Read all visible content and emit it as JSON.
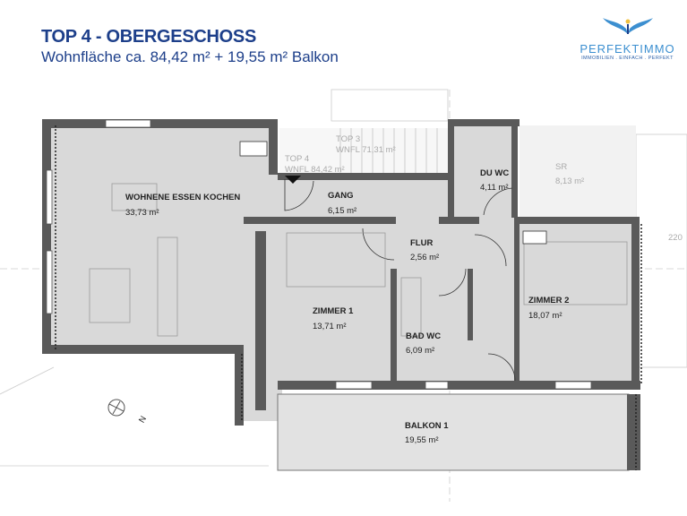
{
  "header": {
    "title": "TOP 4 - OBERGESCHOSS",
    "subtitle": "Wohnfläche ca. 84,42 m² + 19,55 m² Balkon"
  },
  "logo": {
    "brand": "PERFEKTIMMO",
    "tagline": "IMMOBILIEN . EINFACH . PERFEKT"
  },
  "rooms": [
    {
      "name": "WOHNENE ESSEN KOCHEN",
      "area": "33,73 m²"
    },
    {
      "name": "GANG",
      "area": "6,15 m²"
    },
    {
      "name": "DU WC",
      "area": "4,11 m²"
    },
    {
      "name": "SR",
      "area": "8,13 m²"
    },
    {
      "name": "FLUR",
      "area": "2,56 m²"
    },
    {
      "name": "ZIMMER 1",
      "area": "13,71 m²"
    },
    {
      "name": "BAD WC",
      "area": "6,09 m²"
    },
    {
      "name": "ZIMMER 2",
      "area": "18,07 m²"
    },
    {
      "name": "BALKON 1",
      "area": "19,55 m²"
    }
  ],
  "neighbors": [
    {
      "name": "TOP 3",
      "area": "WNFL 71,31 m²"
    },
    {
      "name": "TOP 4",
      "area": "WNFL 84,42 m²"
    }
  ],
  "dimension": "220",
  "compass": "N",
  "colors": {
    "brand": "#1d3f8a",
    "wall": "#5a5a5a",
    "floor": "#d9d9d9"
  }
}
